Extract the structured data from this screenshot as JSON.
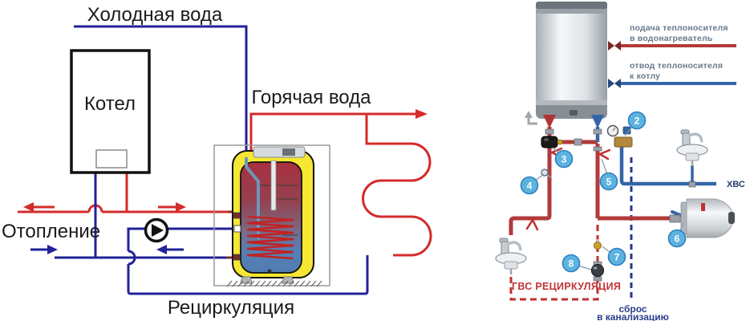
{
  "left_diagram": {
    "cold_water_label": "Холодная вода",
    "boiler_label": "Котел",
    "hot_water_label": "Горячая вода",
    "heating_label": "Отопление",
    "recirculation_label": "Рециркуляция"
  },
  "right_diagram": {
    "supply_label_line1": "подача теплоносителя",
    "supply_label_line2": "в водонагреватель",
    "return_label_line1": "отвод теплоносителя",
    "return_label_line2": "к котлу",
    "cold_supply_label": "ХВС",
    "gvs_recirculation_label": "ГВС РЕЦИРКУЛЯЦИЯ",
    "drain_label_line1": "сброс",
    "drain_label_line2": "в канализацию",
    "badges": [
      "2",
      "3",
      "4",
      "5",
      "6",
      "7",
      "8"
    ]
  },
  "colors": {
    "left_red_line": "#d42b2b",
    "left_navy_line": "#22229a",
    "right_red_pipe": "#b13a3a",
    "right_blue_pipe": "#3465a8",
    "drain_dashed_navy": "#28368f",
    "recirc_dashed_red": "#c03030",
    "badge_fill": "#5cb3e0",
    "badge_border": "#2f7fc1",
    "label_gray_blue": "#68798a",
    "tank_yellow": "#f5e733"
  }
}
